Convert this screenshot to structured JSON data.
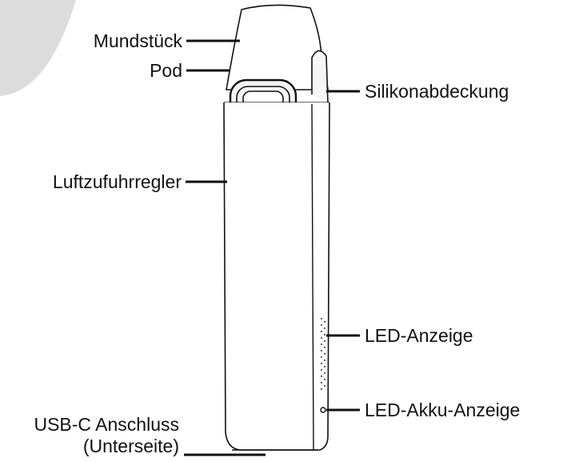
{
  "diagram": {
    "labels": {
      "mouthpiece": "Mundstück",
      "pod": "Pod",
      "silicone_cover": "Silikonabdeckung",
      "airflow_control": "Luftzufuhrregler",
      "led_indicator": "LED-Anzeige",
      "led_battery_indicator": "LED-Akku-Anzeige",
      "usb_port_line1": "USB-C Anschluss",
      "usb_port_line2": "(Unterseite)"
    }
  },
  "colors": {
    "outline": "#111111",
    "watermark_arc": "#d9d9d9",
    "body_fill": "#ffffff"
  }
}
